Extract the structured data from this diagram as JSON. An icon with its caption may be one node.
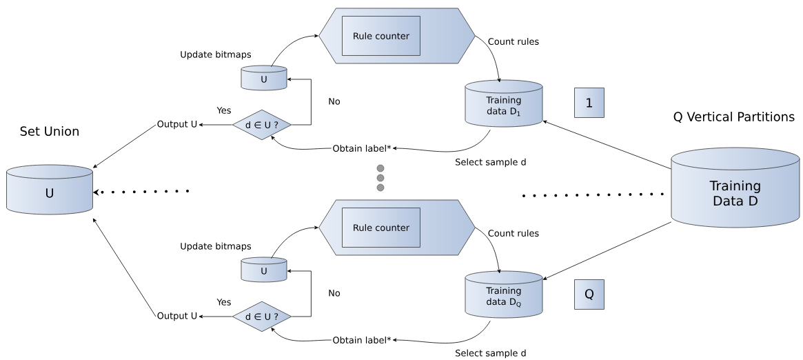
{
  "diagram": {
    "nodes": [
      {
        "text": [
          "U"
        ],
        "beside": [
          "Set Union"
        ]
      },
      {
        "text": [
          "Training Data D"
        ],
        "beside": [
          "Q Vertical Partitions"
        ]
      },
      {
        "text": [],
        "shape": "hexagon"
      },
      {
        "text": [
          "Rule counter"
        ],
        "in": 2
      },
      {
        "text": [
          "Training data D$_{1}$"
        ]
      },
      {
        "text": [
          "Obtain label*"
        ]
      },
      {
        "text": [
          "d ∈ U ?"
        ]
      },
      {
        "text": [
          "U"
        ]
      },
      {
        "text": [
          "Output U"
        ]
      },
      {
        "text": [
          "1"
        ]
      },
      {
        "text": [],
        "shape": "hexagon"
      },
      {
        "text": [
          "Rule counter"
        ],
        "in": 10
      },
      {
        "text": [
          "Training data D$_{Q}$"
        ]
      },
      {
        "text": [
          "Obtain label*"
        ]
      },
      {
        "text": [
          "d ∈ U ?"
        ]
      },
      {
        "text": [
          "U"
        ]
      },
      {
        "text": [
          "Output U"
        ]
      },
      {
        "text": [
          "Q"
        ]
      }
    ],
    "edges": [
      {
        "from": 2,
        "to": 4,
        "arrow": "to",
        "label": "Count rules"
      },
      {
        "from": 4,
        "to": 5,
        "arrow": "to",
        "label": "Select sample d"
      },
      {
        "from": 5,
        "to": 6,
        "arrow": "to"
      },
      {
        "from": 6,
        "to": 8,
        "arrow": "to",
        "label": "Yes"
      },
      {
        "from": 6,
        "to": 7,
        "arrow": "to",
        "label": "No"
      },
      {
        "from": 7,
        "to": 2,
        "arrow": "to",
        "label": "Update bitmaps"
      },
      {
        "from": 8,
        "to": 0,
        "arrow": "to"
      },
      {
        "from": 1,
        "to": 4,
        "arrow": "to"
      },
      {
        "from": 10,
        "to": 12,
        "arrow": "to",
        "label": "Count rules"
      },
      {
        "from": 12,
        "to": 13,
        "arrow": "to",
        "label": "Select sample d"
      },
      {
        "from": 13,
        "to": 14,
        "arrow": "to"
      },
      {
        "from": 14,
        "to": 16,
        "arrow": "to",
        "label": "Yes"
      },
      {
        "from": 14,
        "to": 15,
        "arrow": "to",
        "label": "No"
      },
      {
        "from": 15,
        "to": 10,
        "arrow": "to",
        "label": "Update bitmaps"
      },
      {
        "from": 16,
        "to": 0,
        "arrow": "to"
      },
      {
        "from": 1,
        "to": 12,
        "arrow": "to"
      },
      {
        "from": null,
        "to": 0,
        "arrow": "to",
        "style": "dashed"
      },
      {
        "from": null,
        "to": 1,
        "arrow": "none",
        "style": "dashed"
      }
    ]
  }
}
